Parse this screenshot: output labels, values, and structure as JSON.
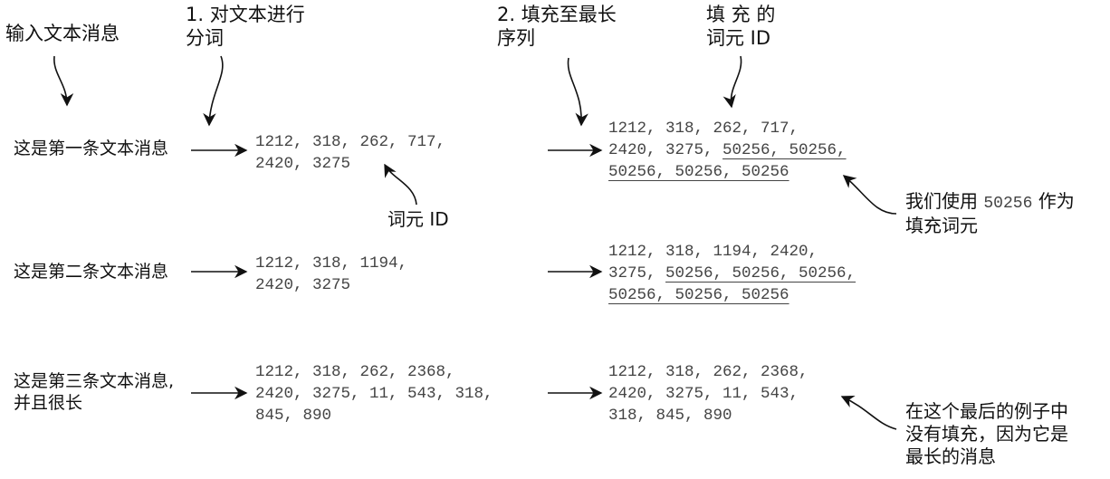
{
  "headers": {
    "input": "输入文本消息",
    "step1": "1. 对文本进行\n分词",
    "step2": "2. 填充至最长\n序列",
    "padded": "填 充 的\n词元 ID"
  },
  "token_id_label": "词元 ID",
  "rows": [
    {
      "message": "这是第一条文本消息",
      "tokens_line1": "1212, 318, 262, 717,",
      "tokens_line2": "2420, 3275",
      "padded_line1": "1212, 318, 262, 717,",
      "padded_line2_plain": "2420, 3275, ",
      "padded_line2_pad": "50256, 50256,",
      "padded_line3_pad": "50256, 50256, 50256"
    },
    {
      "message": "这是第二条文本消息",
      "tokens_line1": "1212, 318, 1194,",
      "tokens_line2": "2420, 3275",
      "padded_line1": "1212, 318, 1194, 2420,",
      "padded_line2_plain": "3275, ",
      "padded_line2_pad": "50256, 50256, 50256,",
      "padded_line3_pad": "50256, 50256, 50256"
    },
    {
      "message": "这是第三条文本消息,\n并且很长",
      "tokens_line1": "1212, 318, 262, 2368,",
      "tokens_line2": "2420, 3275, 11, 543, 318,",
      "tokens_line3": "845, 890",
      "padded_line1": "1212, 318, 262, 2368,",
      "padded_line2": "2420, 3275, 11, 543,",
      "padded_line3": "318, 845, 890"
    }
  ],
  "annotations": {
    "pad_note_pre": "我们使用 ",
    "pad_note_code": "50256",
    "pad_note_post": " 作为\n填充词元",
    "longest_note": "在这个最后的例子中\n没有填充，因为它是\n最长的消息"
  },
  "colors": {
    "text": "#111111",
    "mono": "#444444",
    "arrow": "#111111"
  }
}
